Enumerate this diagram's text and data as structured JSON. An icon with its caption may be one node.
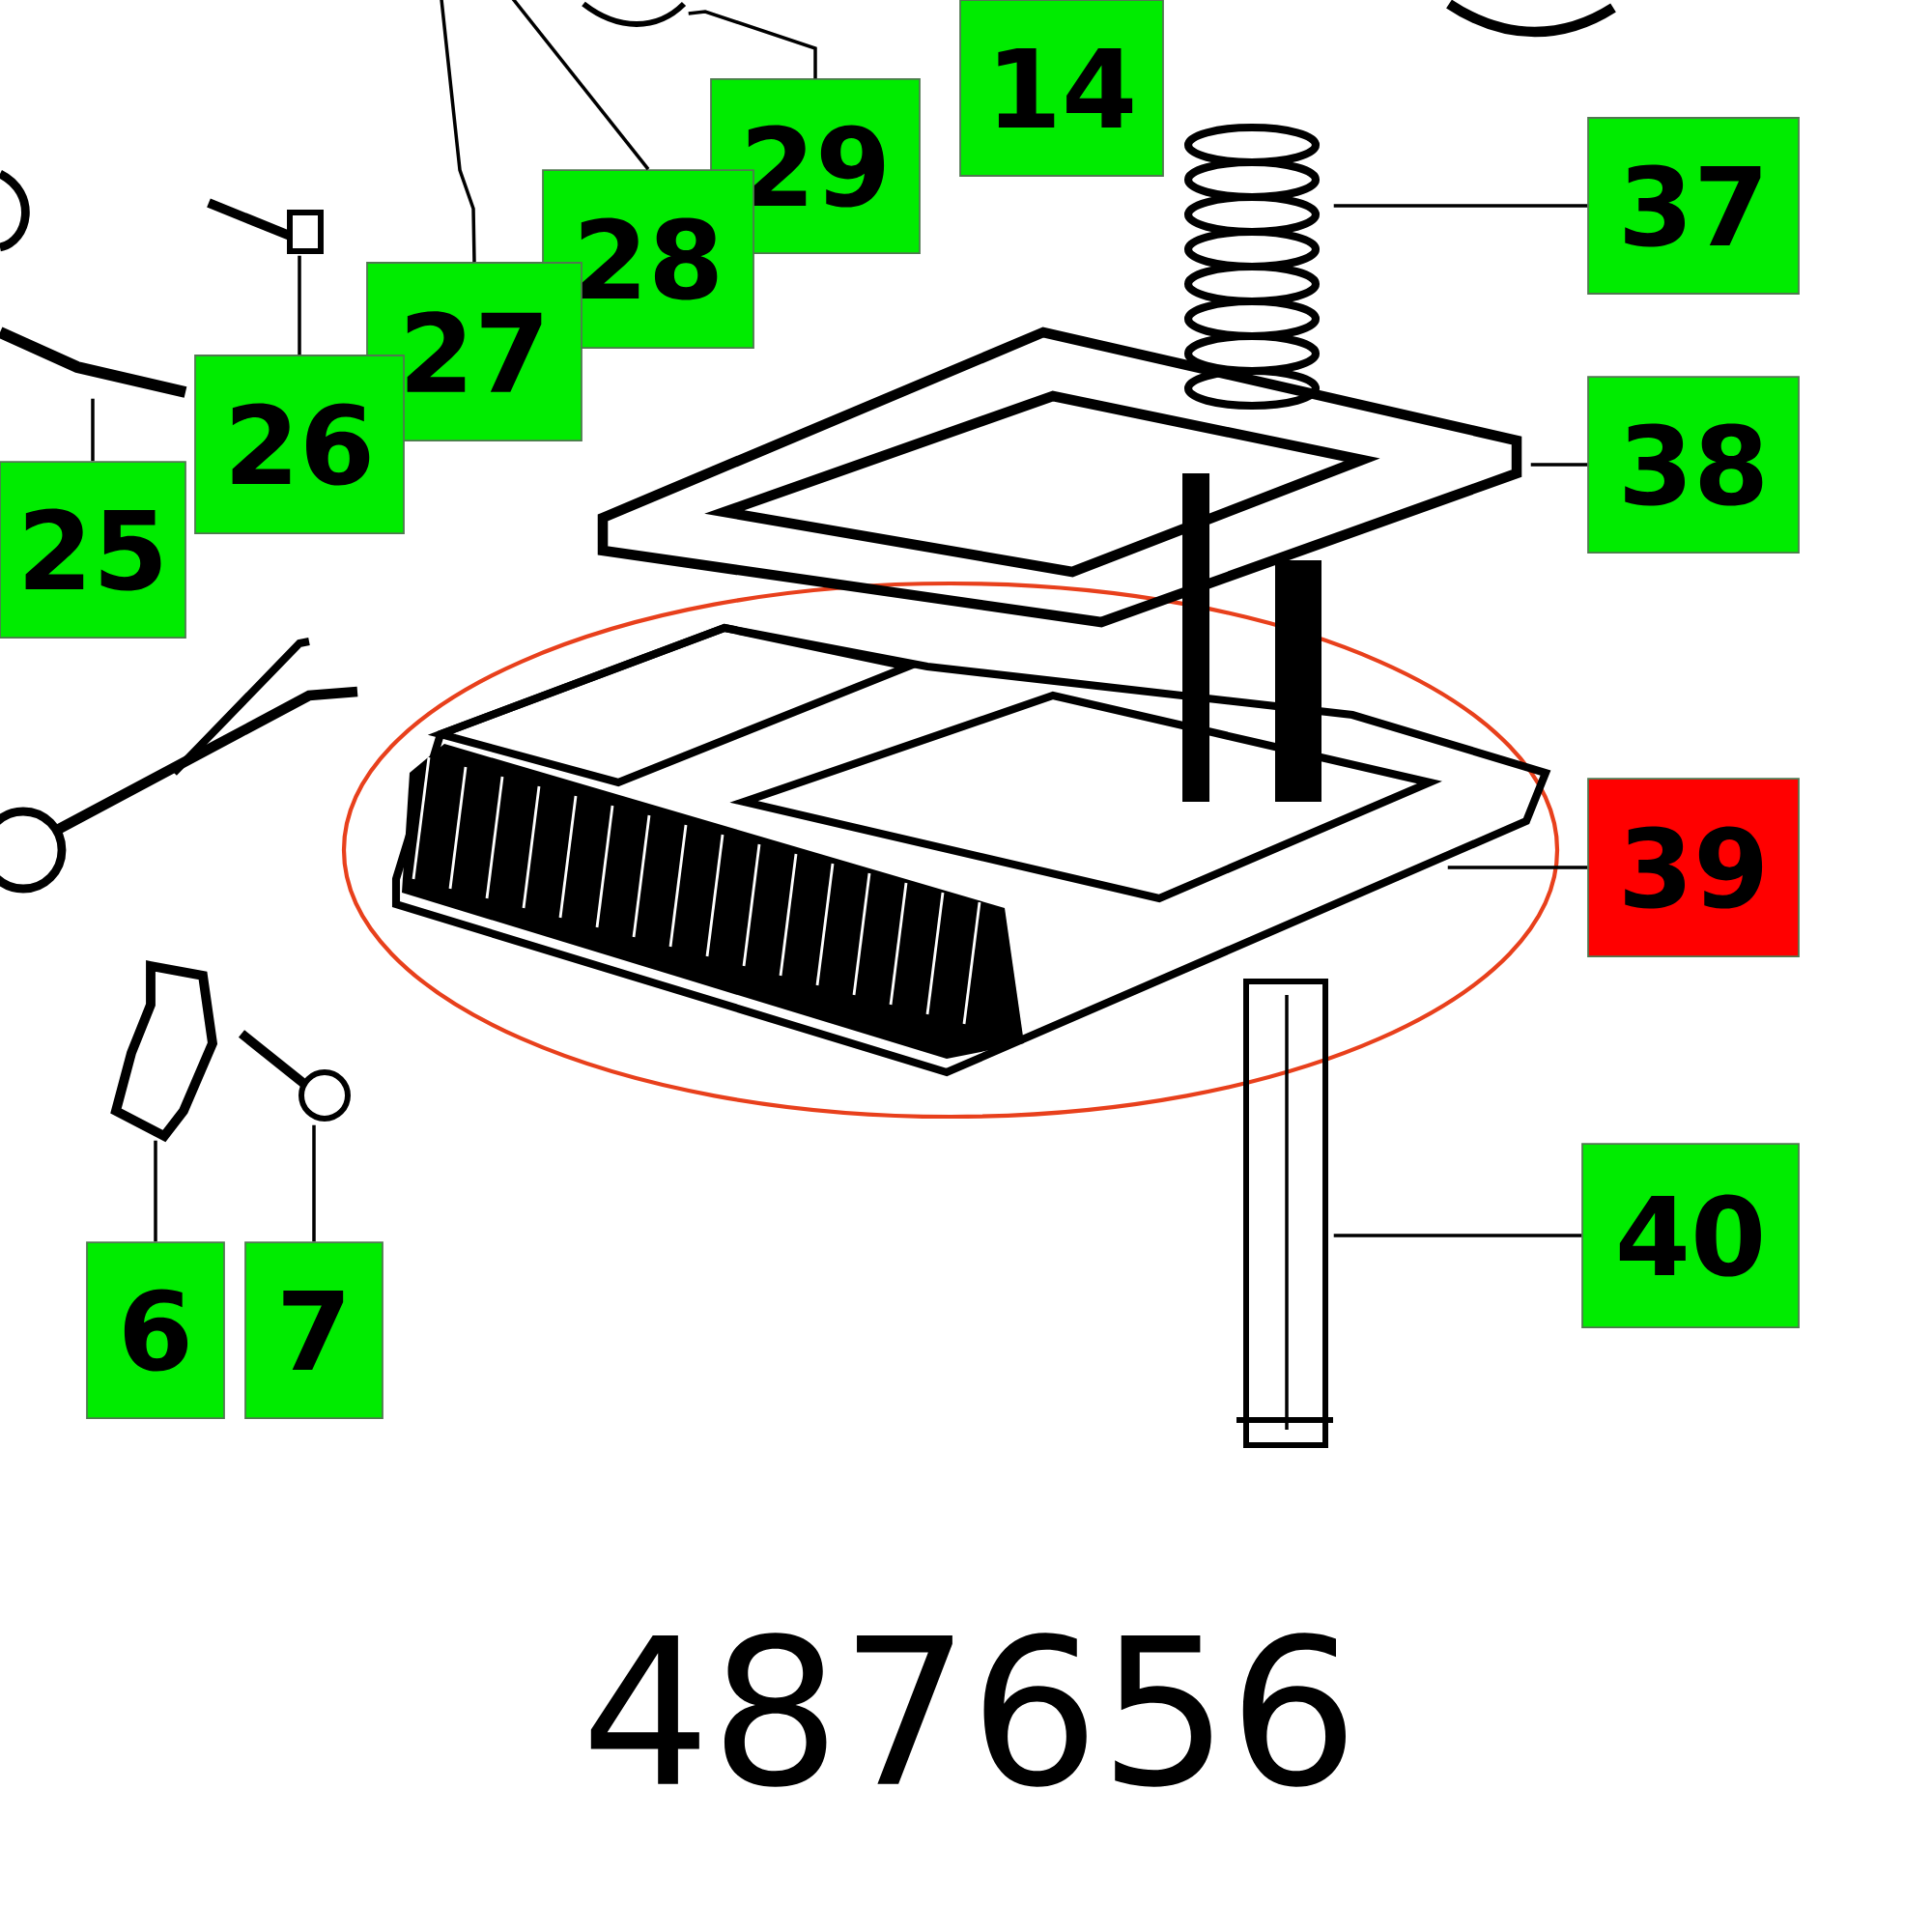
{
  "diagram": {
    "nodes": [
      {
        "text": [
          "14"
        ]
      },
      {
        "text": [
          "29"
        ]
      },
      {
        "text": [
          "28"
        ]
      },
      {
        "text": [
          "27"
        ]
      },
      {
        "text": [
          "26"
        ]
      },
      {
        "text": [
          "25"
        ]
      },
      {
        "text": [
          "37"
        ]
      },
      {
        "text": [
          "38"
        ]
      },
      {
        "text": [
          "39"
        ]
      },
      {
        "text": [
          "40"
        ]
      },
      {
        "text": [
          "6"
        ]
      },
      {
        "text": [
          "7"
        ]
      },
      {
        "text": [],
        "shape": "picture"
      },
      {
        "text": [],
        "shape": "picture"
      },
      {
        "text": [],
        "shape": "picture"
      },
      {
        "text": [],
        "shape": "picture"
      },
      {
        "text": [],
        "shape": "picture"
      },
      {
        "text": [],
        "shape": "picture"
      },
      {
        "text": [],
        "shape": "picture"
      },
      {
        "text": [],
        "shape": "picture"
      },
      {
        "text": [],
        "shape": "picture"
      }
    ],
    "edges": [
      {
        "from": 1,
        "to": 12,
        "arrow": "none"
      },
      {
        "from": 2,
        "to": null,
        "arrow": "none"
      },
      {
        "from": 3,
        "to": null,
        "arrow": "none"
      },
      {
        "from": 4,
        "to": 13,
        "arrow": "none"
      },
      {
        "from": 5,
        "to": 14,
        "arrow": "none"
      },
      {
        "from": 6,
        "to": 15,
        "arrow": "none"
      },
      {
        "from": 7,
        "to": 16,
        "arrow": "none"
      },
      {
        "from": 8,
        "to": 17,
        "arrow": "none"
      },
      {
        "from": 9,
        "to": 18,
        "arrow": "none"
      },
      {
        "from": 10,
        "to": 19,
        "arrow": "none"
      },
      {
        "from": 11,
        "to": 20,
        "arrow": "none"
      }
    ],
    "labels": [
      "487656"
    ]
  }
}
